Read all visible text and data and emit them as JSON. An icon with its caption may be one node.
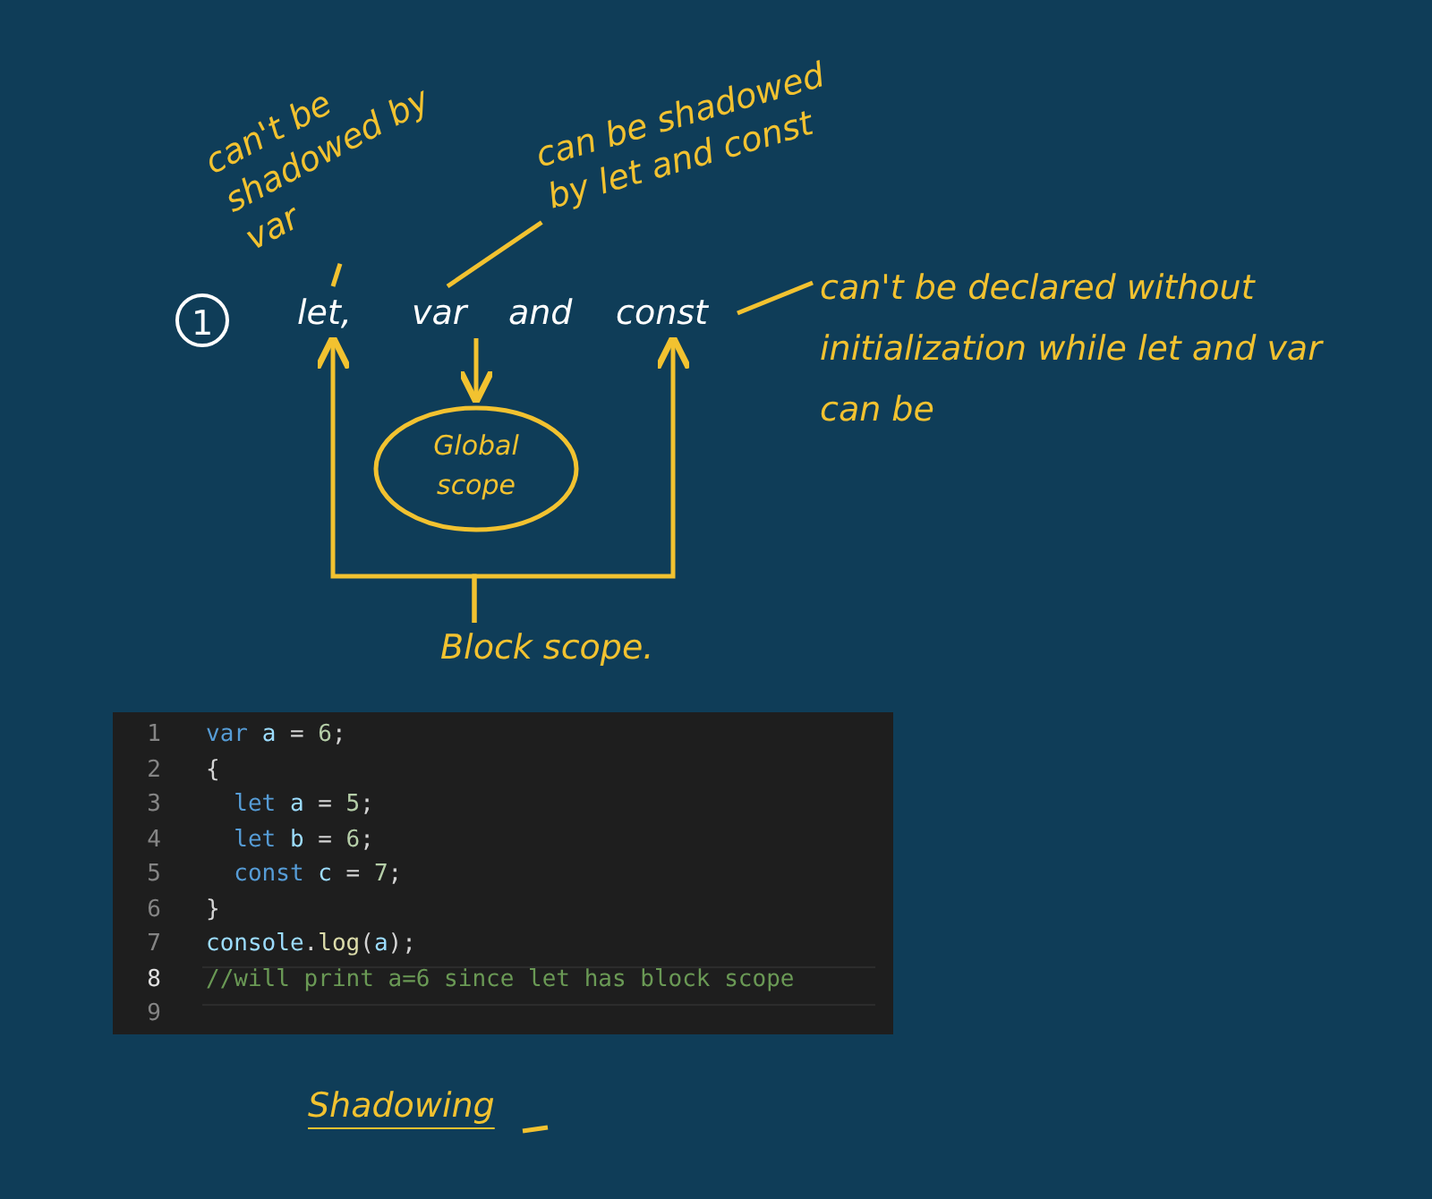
{
  "diagram": {
    "nodes": [
      {
        "text": [
          "1"
        ]
      },
      {
        "text": [
          "can't be shadowed by var"
        ]
      },
      {
        "text": [
          "can be shadowed by let and const"
        ]
      },
      {
        "text": [
          "let,"
        ]
      },
      {
        "text": [
          "var"
        ]
      },
      {
        "text": [
          "const"
        ]
      },
      {
        "text": [
          "can't be declared without initialization while let and var can be"
        ]
      },
      {
        "text": [
          "Global scope"
        ]
      },
      {
        "text": [
          "Block scope."
        ]
      }
    ],
    "edges": [
      {
        "from": 1,
        "to": 3,
        "arrow": "none"
      },
      {
        "from": 2,
        "to": 4,
        "arrow": "none"
      },
      {
        "from": 5,
        "to": 6,
        "arrow": "none"
      },
      {
        "from": 4,
        "to": 7,
        "arrow": "to"
      },
      {
        "from": 8,
        "to": 3,
        "arrow": "to"
      },
      {
        "from": 8,
        "to": 5,
        "arrow": "to"
      }
    ],
    "labels": [
      "and",
      "1",
      "var a = 6;",
      "2",
      "{",
      "3",
      "  let a = 5;",
      "4",
      "  let b = 6;",
      "5",
      "  const c = 7;",
      "6",
      "}",
      "7",
      "console.log(a);",
      "8",
      "//will print a=6 since let has block scope",
      "9",
      "Shadowing"
    ]
  }
}
